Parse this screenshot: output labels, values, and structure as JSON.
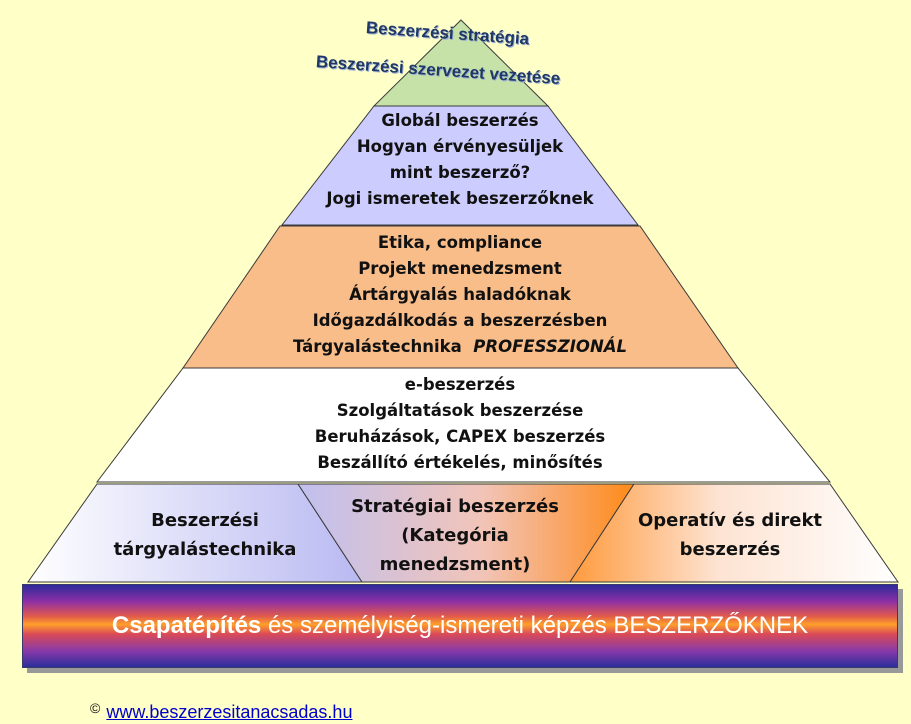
{
  "apex": {
    "line1": "Beszerzési stratégia",
    "line2": "Beszerzési szervezet vezetése"
  },
  "tier1": {
    "lines": [
      "Globál beszerzés",
      "Hogyan érvényesüljek",
      "mint beszerző?",
      "Jogi ismeretek beszerzőknek"
    ]
  },
  "tier2": {
    "lines": [
      "Etika, compliance",
      "Projekt  menedzsment",
      "Ártárgyalás  haladóknak",
      "Időgazdálkodás  a beszerzésben"
    ],
    "last_prefix": "Tárgyalástechnika",
    "last_italic": "PROFESSZIONÁL"
  },
  "tier3": {
    "lines": [
      "e-beszerzés",
      "Szolgáltatások  beszerzése",
      "Beruházások,  CAPEX beszerzés",
      "Beszállító  értékelés, minősítés"
    ]
  },
  "base": {
    "left": [
      "Beszerzési",
      "tárgyalástechnika"
    ],
    "middle": [
      "Stratégiai beszerzés",
      "(Kategória",
      "menedzsment)"
    ],
    "right": [
      "Operatív és direkt",
      "beszerzés"
    ]
  },
  "bar": {
    "bold": "Csapatépítés",
    "rest": " és személyiség-ismereti képzés BESZERZŐKNEK"
  },
  "footer": {
    "copyright": "©",
    "link": "www.beszerzesitanacsadas.hu"
  },
  "colors": {
    "background": "#ffffc8",
    "apex": "#c6e2a8",
    "tier1": "#ccccff",
    "tier2": "#f9bd8a",
    "tier3": "#ffffff"
  }
}
